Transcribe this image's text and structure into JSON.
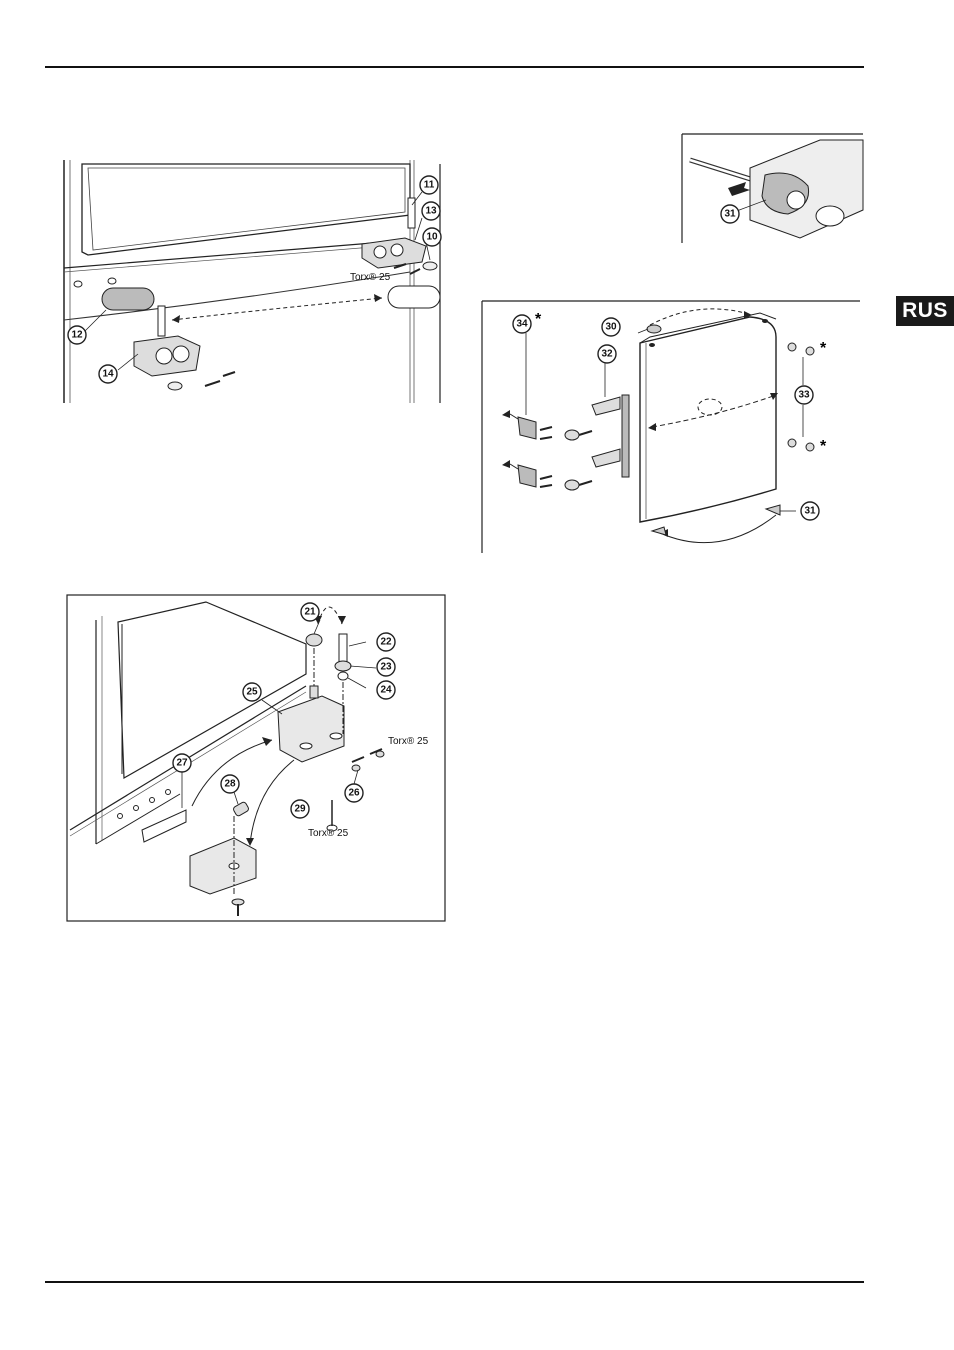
{
  "page": {
    "language_tab": "RUS"
  },
  "figures": {
    "fig1": {
      "callouts": [
        "11",
        "13",
        "10",
        "12",
        "14"
      ],
      "torx_label": "Torx® 25"
    },
    "fig2": {
      "callouts": [
        "31"
      ]
    },
    "fig3": {
      "callouts": [
        "34",
        "30",
        "32",
        "33",
        "31"
      ],
      "asterisk": "*"
    },
    "fig4": {
      "callouts": [
        "21",
        "22",
        "23",
        "24",
        "25",
        "27",
        "28",
        "26",
        "29"
      ],
      "torx_label_a": "Torx® 25",
      "torx_label_b": "Torx® 25"
    }
  }
}
